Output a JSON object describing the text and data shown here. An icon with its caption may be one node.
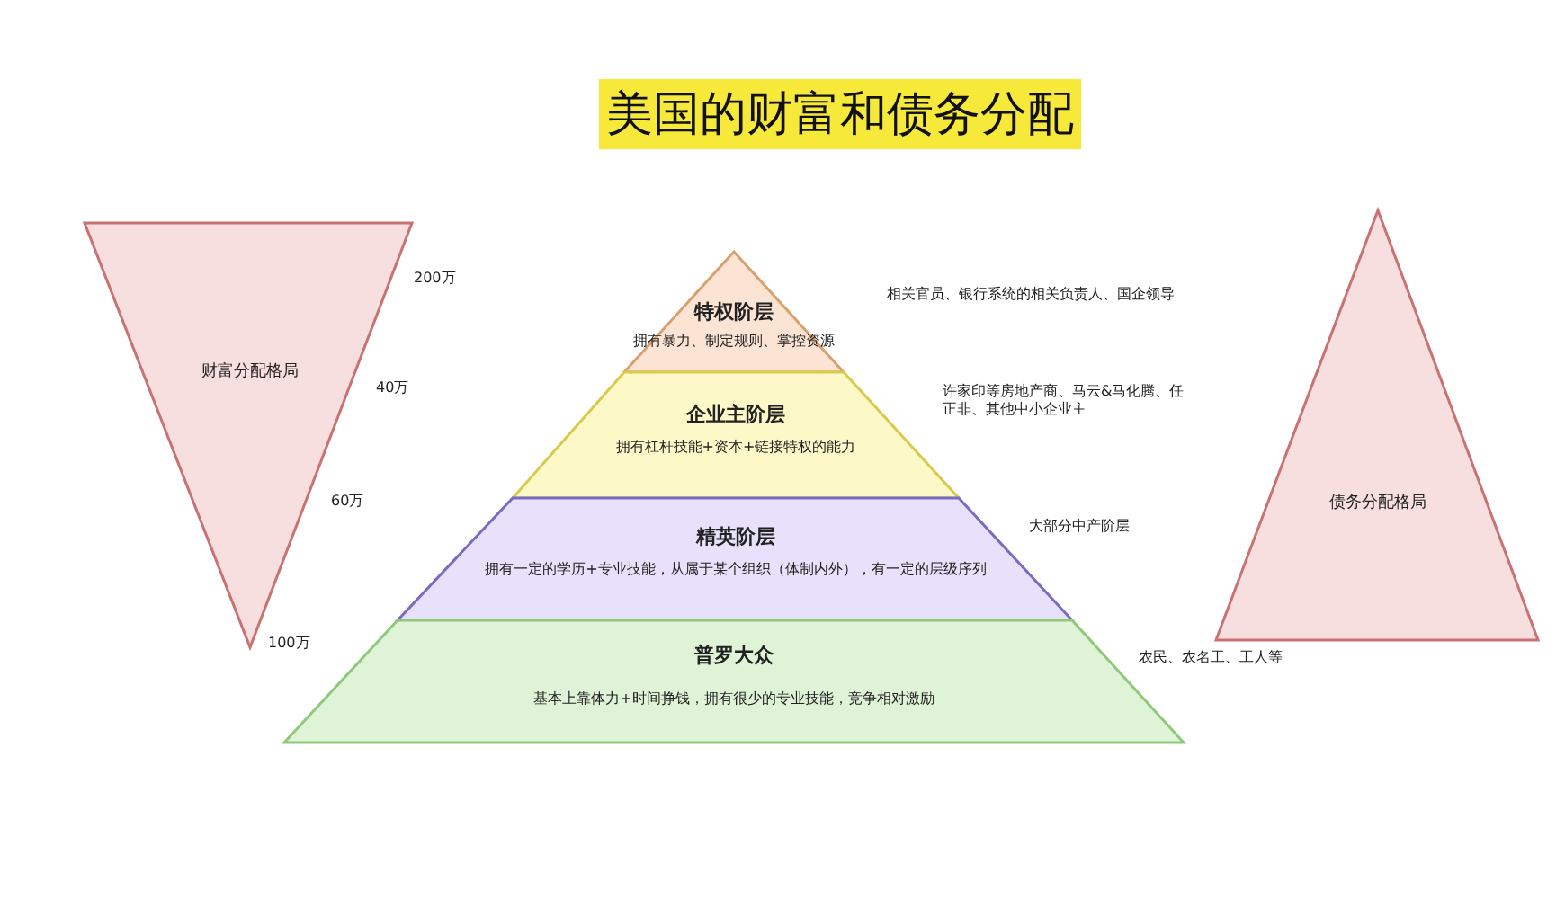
{
  "diagram": {
    "title": "美国的财富和债务分配",
    "nodes": [
      {
        "text": [
          "财富分配格局"
        ]
      },
      {
        "text": [
          "特权阶层",
          "拥有暴力、制定规则、掌控资源"
        ],
        "beside": [
          "相关官员、银行系统的相关负责人、国企领导"
        ]
      },
      {
        "text": [
          "企业主阶层",
          "拥有杠杆技能+资本+链接特权的能力"
        ],
        "beside": [
          "许家印等房地产商、马云&马化腾、任正非、其他中小企业主"
        ]
      },
      {
        "text": [
          "精英阶层",
          "拥有一定的学历+专业技能，从属于某个组织（体制内外），有一定的层级序列"
        ],
        "beside": [
          "大部分中产阶层"
        ]
      },
      {
        "text": [
          "普罗大众",
          "基本上靠体力+时间挣钱，拥有很少的专业技能，竞争相对激励"
        ],
        "beside": [
          "农民、农名工、工人等"
        ]
      },
      {
        "text": [
          "债务分配格局"
        ]
      }
    ],
    "labels": [
      "200万",
      "40万",
      "60万",
      "100万"
    ]
  }
}
